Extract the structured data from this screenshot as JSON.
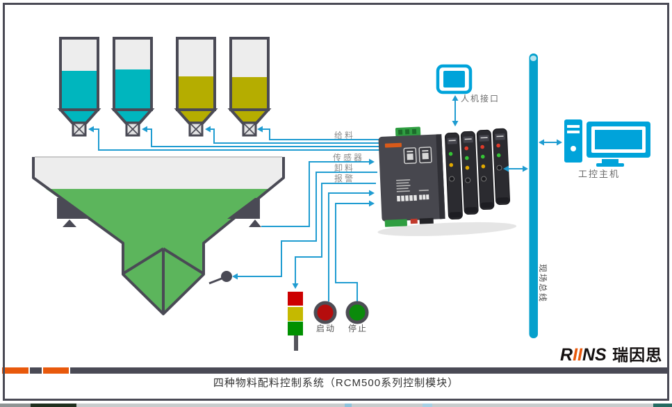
{
  "title": "四种物料配料控制系统（RCM500系列控制模块）",
  "signal_labels": {
    "feed": "给料",
    "sensor": "传感器",
    "discharge": "卸料",
    "alarm": "报警"
  },
  "device_labels": {
    "hmi": "人机接口",
    "industrial_pc": "工控主机",
    "field_bus": "现场总线"
  },
  "button_labels": {
    "start": "启动",
    "stop": "停止"
  },
  "logo": {
    "latin_r": "R",
    "latin_ii": "II",
    "latin_ns": "NS",
    "chinese": "瑞因思"
  },
  "colors": {
    "signal_cyan": "#1f9cd1",
    "device_cyan": "#00a3da",
    "bus_cyan": "#05a0cc",
    "outline_dark": "#4a4a55",
    "hopper_cyan": "#00b6be",
    "hopper_olive": "#b5ad00",
    "funnel_green": "#5cb55c",
    "brand_orange": "#e8590c",
    "lamp_red": "#cc0000",
    "lamp_yellow": "#c5b900",
    "lamp_green": "#009000"
  }
}
